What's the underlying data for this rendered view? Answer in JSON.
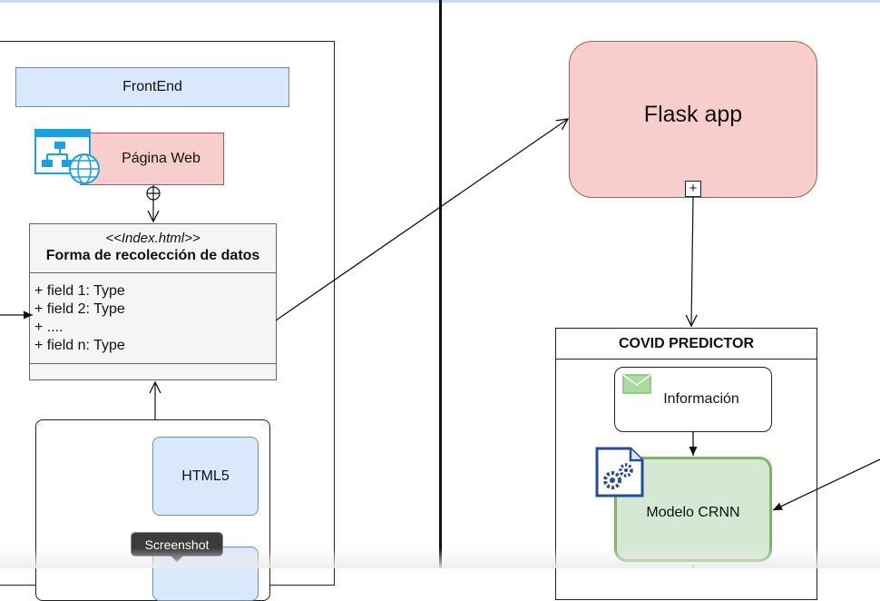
{
  "frontend": {
    "title": "FrontEnd",
    "page_label": "Página Web"
  },
  "form_class": {
    "stereotype": "<<Index.html>>",
    "name": "Forma de recolección de datos",
    "fields": [
      "+ field 1: Type",
      "+ field 2: Type",
      "+ ....",
      "+ field n: Type"
    ]
  },
  "tech": {
    "html5": "HTML5"
  },
  "backend": {
    "flask": "Flask app",
    "expand_symbol": "+"
  },
  "predictor": {
    "title": "COVID PREDICTOR",
    "info": "Información",
    "model": "Modelo CRNN"
  },
  "tooltip": {
    "label": "Screenshot"
  },
  "colors": {
    "blue_fill": "#dae8fc",
    "blue_stroke": "#6c8ebf",
    "red_fill": "#f8cecc",
    "red_stroke": "#b85450",
    "green_fill": "#d5e8d4",
    "green_stroke": "#82b366",
    "icon_blue": "#1ba1e2",
    "gear_blue": "#1f4e9c"
  },
  "icons": [
    "web-sitemap-icon",
    "globe-icon",
    "envelope-icon",
    "gear-document-icon"
  ]
}
